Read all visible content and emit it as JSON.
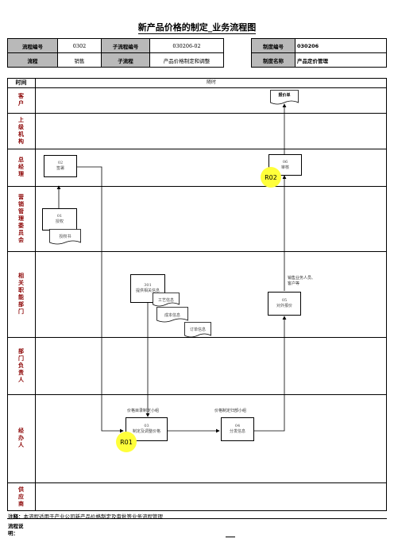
{
  "title": "新产品价格的制定_业务流程图",
  "header": {
    "flow_no_label": "流程编号",
    "flow_no_value": "0302",
    "subflow_no_label": "子流程编号",
    "subflow_no_value": "030206-02",
    "system_no_label": "制度编号",
    "system_no_value": "030206",
    "flow_label": "流程",
    "flow_value": "销售",
    "subflow_label": "子流程",
    "subflow_value": "产品价格制定和调整",
    "system_name_label": "制度名称",
    "system_name_value": "产品定价管理"
  },
  "grid": {
    "time_label": "时间",
    "time_value": "随时"
  },
  "lanes": [
    {
      "label": "客\n户"
    },
    {
      "label": "上\n级\n机\n构"
    },
    {
      "label": "总\n经\n理"
    },
    {
      "label": "营\n销\n管\n理\n委\n员\n会"
    },
    {
      "label": "相\n关\n职\n能\n部\n门"
    },
    {
      "label": "部\n门\n负\n责\n人"
    },
    {
      "label": "经\n办\n人"
    },
    {
      "label": "供\n应\n商"
    }
  ],
  "nodes": {
    "quote": "报价单",
    "n02_id": "02",
    "n02_text": "签署",
    "n06_id": "06",
    "n06_text": "审核",
    "n01_id": "01",
    "n01_text": "授权",
    "auth_doc": "授权书",
    "n301_id": "301",
    "n301_text": "提供相关信息",
    "doc_process": "工艺信息",
    "doc_cost": "成本信息",
    "doc_order": "订单信息",
    "n05_id": "05",
    "n05_text": "对外报价",
    "n03_id": "03",
    "n03_text": "制定及调整价格",
    "n04_id": "04",
    "n04_text": "分发信息"
  },
  "notes": {
    "sales_staff": "销售业务人员、\n客户等",
    "price_small": "价格目录制定小组",
    "price_office": "价格制定归部小组"
  },
  "markers": {
    "r02": "R02",
    "r01": "R01"
  },
  "footer": {
    "note_label": "注释：",
    "note_text": "本流程适用于产业公司新产品价格制定及审批等业务流程管理",
    "desc_label": "流程说\n明："
  }
}
